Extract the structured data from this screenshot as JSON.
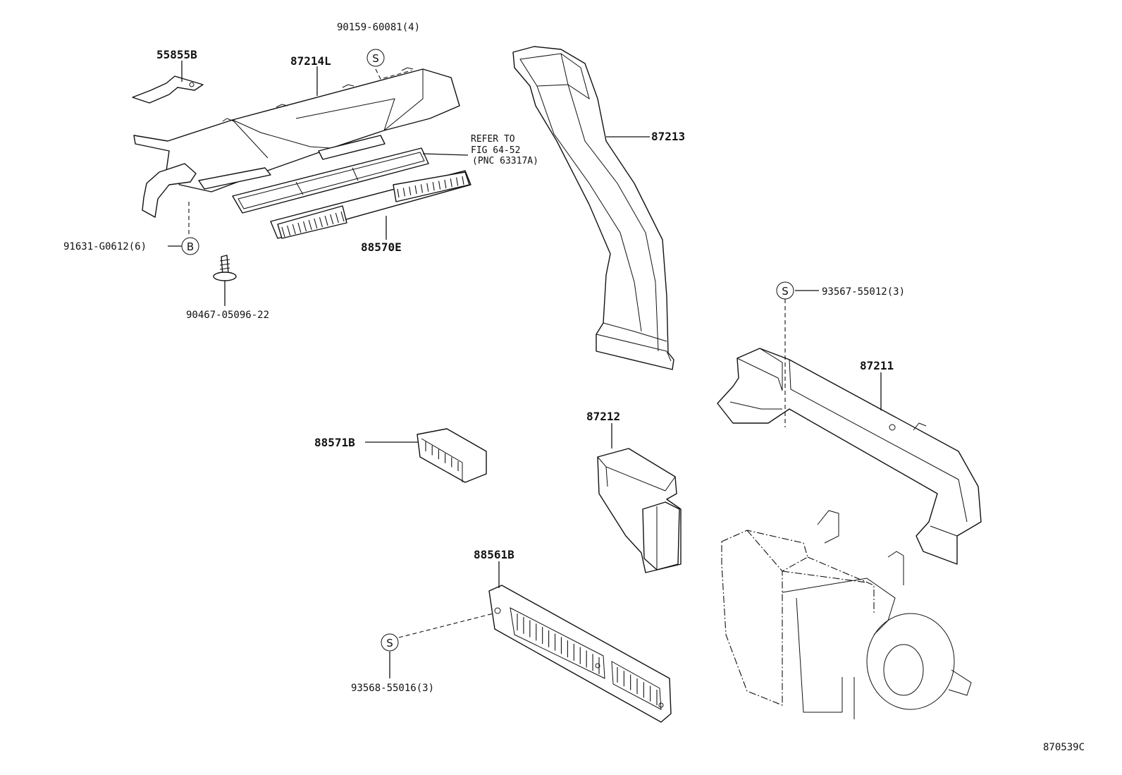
{
  "figure_id": "870539C",
  "labels": {
    "p55855B": "55855B",
    "p87214L": "87214L",
    "p90159": "90159-60081(4)",
    "p87213": "87213",
    "refer_line1": "REFER TO",
    "refer_line2": "FIG 64-52",
    "refer_line3": "(PNC 63317A)",
    "p91631": "91631-G0612(6)",
    "p88570E": "88570E",
    "p90467": "90467-05096-22",
    "p93567": "93567-55012(3)",
    "p87211": "87211",
    "p87212": "87212",
    "p88571B": "88571B",
    "p88561B": "88561B",
    "p93568": "93568-55016(3)"
  },
  "symbols": {
    "screw": "S",
    "clip": "B"
  }
}
